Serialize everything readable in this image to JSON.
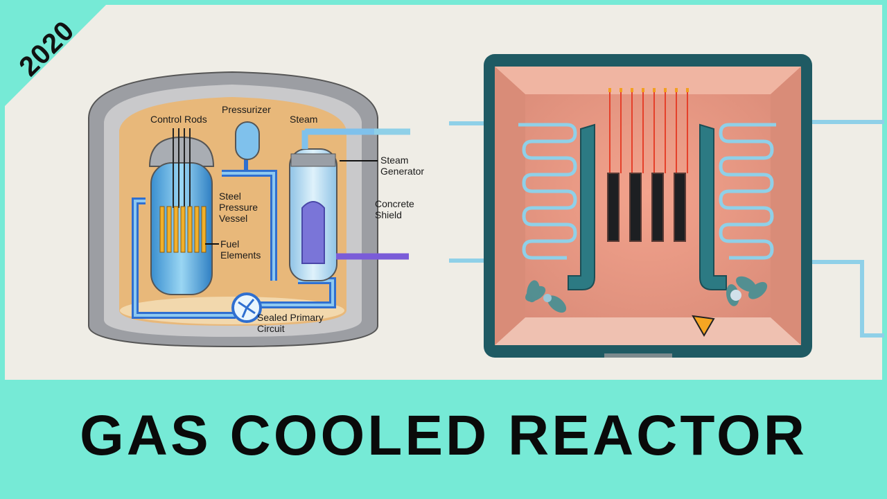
{
  "badge": {
    "year": "2020"
  },
  "title": "GAS COOLED REACTOR",
  "left_diagram": {
    "labels": {
      "control_rods": "Control Rods",
      "pressurizer": "Pressurizer",
      "steam": "Steam",
      "steam_generator_1": "Steam",
      "steam_generator_2": "Generator",
      "steel_1": "Steel",
      "steel_2": "Pressure",
      "steel_3": "Vessel",
      "concrete_1": "Concrete",
      "concrete_2": "Shield",
      "fuel_1": "Fuel",
      "fuel_2": "Elements",
      "circuit_1": "Sealed Primary",
      "circuit_2": "Circuit"
    }
  },
  "colors": {
    "background": "#76ead6",
    "panel": "#efede6",
    "reactor_wall": "#1f5a63",
    "reactor_interior": "#e59a84",
    "coolant": "#8fd0e8",
    "control_rod_glow": "#e5402a"
  }
}
